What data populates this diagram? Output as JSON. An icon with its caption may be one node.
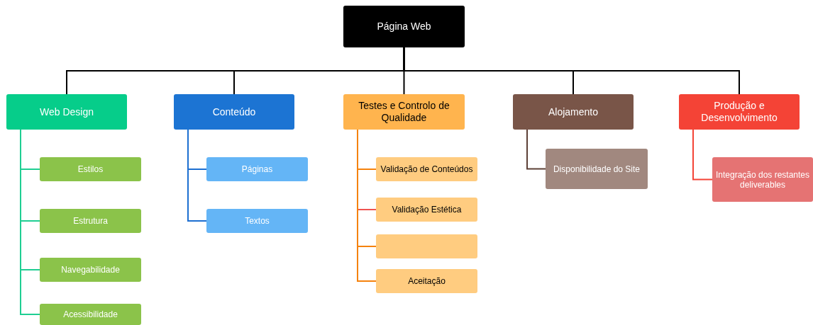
{
  "diagram": {
    "nodes": [
      {
        "text": [
          "Página Web"
        ]
      },
      {
        "text": [
          "Web Design"
        ]
      },
      {
        "text": [
          "Conteúdo"
        ]
      },
      {
        "text": [
          "Testes e Controlo de Qualidade"
        ]
      },
      {
        "text": [
          "Alojamento"
        ]
      },
      {
        "text": [
          "Produção e Desenvolvimento"
        ]
      },
      {
        "text": [
          "Estilos"
        ]
      },
      {
        "text": [
          "Estrutura"
        ]
      },
      {
        "text": [
          "Navegabilidade"
        ]
      },
      {
        "text": [
          "Acessibilidade"
        ]
      },
      {
        "text": [
          "Páginas"
        ]
      },
      {
        "text": [
          "Textos"
        ]
      },
      {
        "text": [
          "Validação de Conteúdos"
        ]
      },
      {
        "text": [
          "Validação Estética"
        ]
      },
      {
        "text": [],
        "shape": "box"
      },
      {
        "text": [
          "Aceitação"
        ]
      },
      {
        "text": [
          "Disponibilidade do Site"
        ]
      },
      {
        "text": [
          "Integração dos restantes deliverables"
        ]
      }
    ],
    "edges": [
      {
        "from": 0,
        "to": 1,
        "arrow": "none"
      },
      {
        "from": 0,
        "to": 2,
        "arrow": "none"
      },
      {
        "from": 0,
        "to": 3,
        "arrow": "none"
      },
      {
        "from": 0,
        "to": 4,
        "arrow": "none"
      },
      {
        "from": 0,
        "to": 5,
        "arrow": "none"
      },
      {
        "from": 1,
        "to": 6,
        "arrow": "none",
        "color": "#1fce92"
      },
      {
        "from": 1,
        "to": 7,
        "arrow": "none",
        "color": "#1fce92"
      },
      {
        "from": 1,
        "to": 8,
        "arrow": "none",
        "color": "#1fce92"
      },
      {
        "from": 1,
        "to": 9,
        "arrow": "none",
        "color": "#1fce92"
      },
      {
        "from": 2,
        "to": 10,
        "arrow": "none",
        "color": "#1d6fd1"
      },
      {
        "from": 2,
        "to": 11,
        "arrow": "none",
        "color": "#1d6fd1"
      },
      {
        "from": 3,
        "to": 12,
        "arrow": "none",
        "color": "#f5820d"
      },
      {
        "from": 3,
        "to": 13,
        "arrow": "none",
        "color": "#ef5350"
      },
      {
        "from": 3,
        "to": 14,
        "arrow": "none",
        "color": "#f5820d"
      },
      {
        "from": 3,
        "to": 15,
        "arrow": "none",
        "color": "#f5820d"
      },
      {
        "from": 4,
        "to": 16,
        "arrow": "none",
        "color": "#5d4037"
      },
      {
        "from": 5,
        "to": 17,
        "arrow": "none",
        "color": "#f44336"
      }
    ]
  }
}
